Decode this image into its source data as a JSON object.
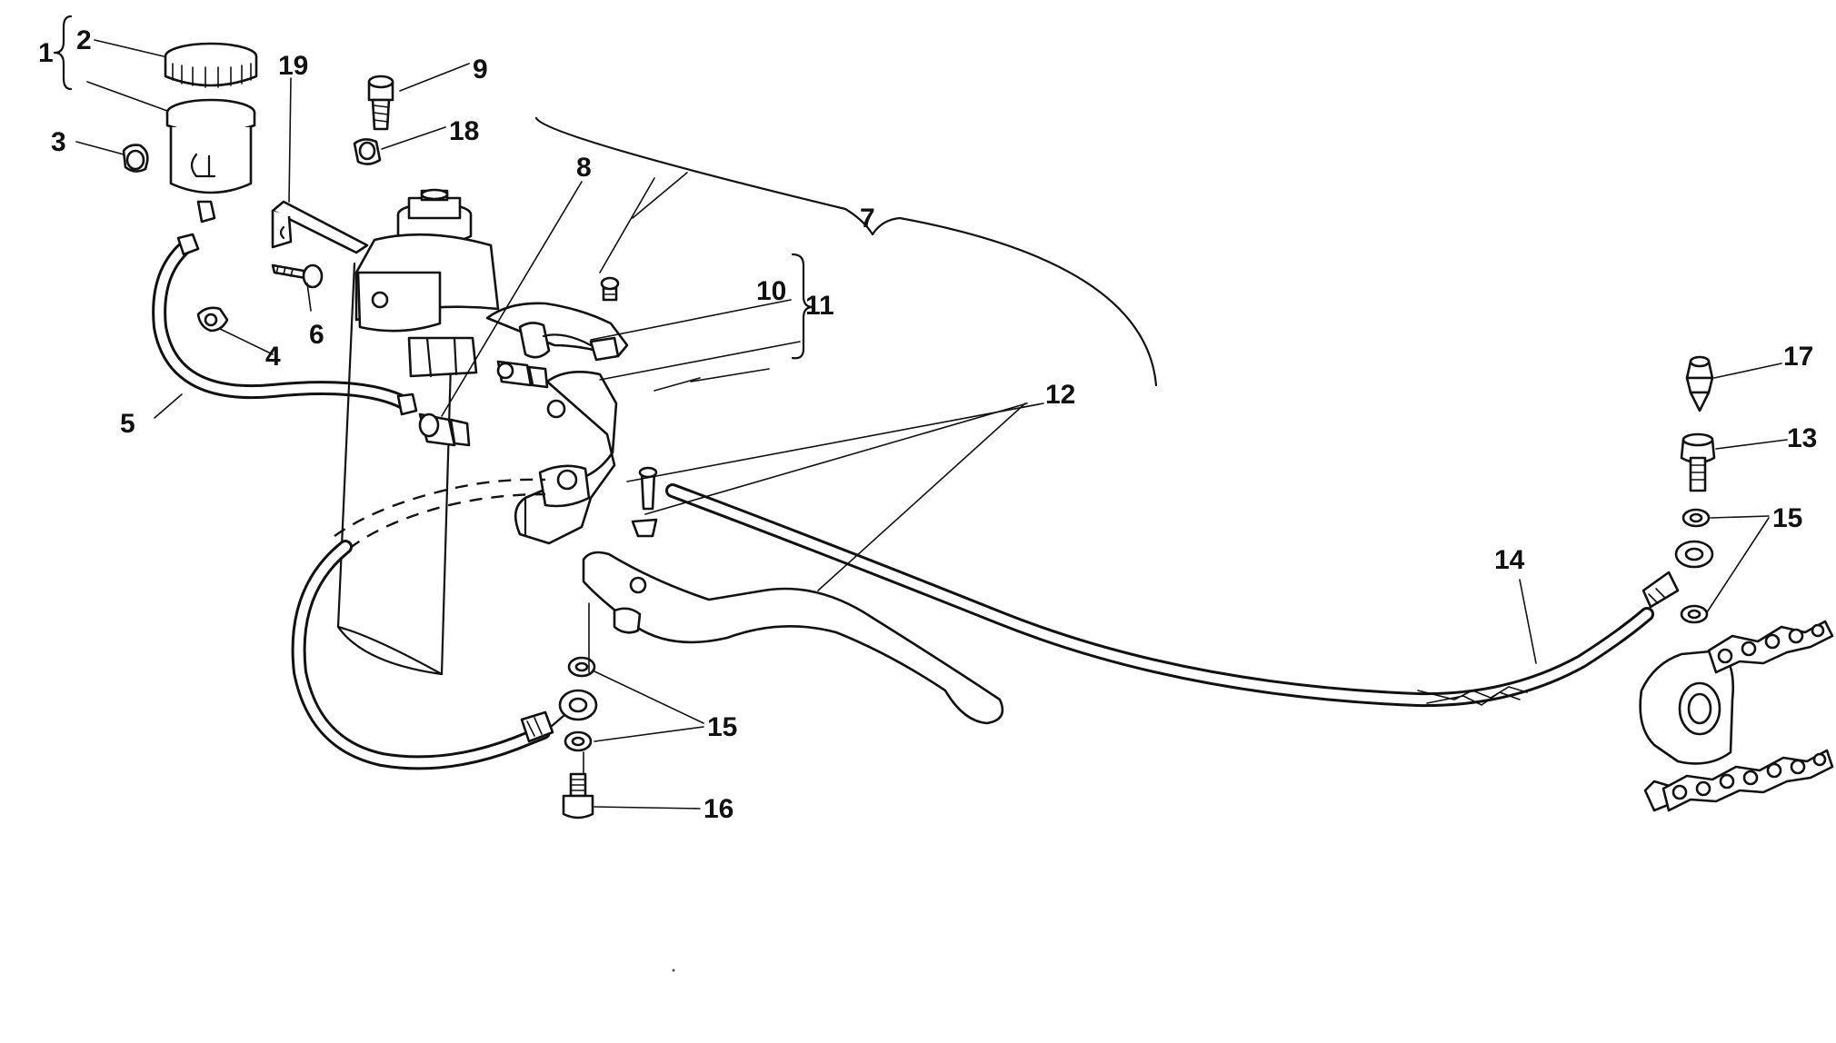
{
  "callouts": [
    {
      "id": "c1",
      "text": "1"
    },
    {
      "id": "c2",
      "text": "2"
    },
    {
      "id": "c3",
      "text": "3"
    },
    {
      "id": "c4",
      "text": "4"
    },
    {
      "id": "c5",
      "text": "5"
    },
    {
      "id": "c6",
      "text": "6"
    },
    {
      "id": "c7",
      "text": "7"
    },
    {
      "id": "c8",
      "text": "8"
    },
    {
      "id": "c9",
      "text": "9"
    },
    {
      "id": "c10",
      "text": "10"
    },
    {
      "id": "c11",
      "text": "11"
    },
    {
      "id": "c12",
      "text": "12"
    },
    {
      "id": "c13",
      "text": "13"
    },
    {
      "id": "c14",
      "text": "14"
    },
    {
      "id": "c15a",
      "text": "15"
    },
    {
      "id": "c15b",
      "text": "15"
    },
    {
      "id": "c16",
      "text": "16"
    },
    {
      "id": "c17",
      "text": "17"
    },
    {
      "id": "c18",
      "text": "18"
    },
    {
      "id": "c19",
      "text": "19"
    }
  ]
}
